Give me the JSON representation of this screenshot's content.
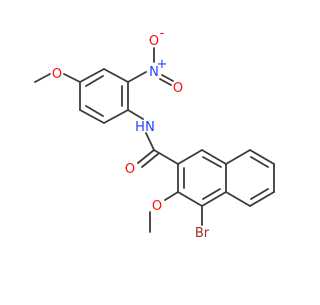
{
  "molecule": {
    "atom_labels": {
      "o_methoxy_top": "O",
      "n_nitro": "N",
      "n_nitro_charge": "+",
      "o_nitro_top": "O",
      "o_nitro_top_charge": "-",
      "o_nitro_right": "O",
      "n_amide": "N",
      "h_amide": "H",
      "o_carbonyl": "O",
      "o_methoxy_bottom": "O",
      "br": "Br"
    },
    "colors": {
      "bond": "#3a3a3a",
      "oxygen": "#ff0d0d",
      "nitrogen": "#2040ff",
      "bromine": "#a52a2a"
    }
  }
}
